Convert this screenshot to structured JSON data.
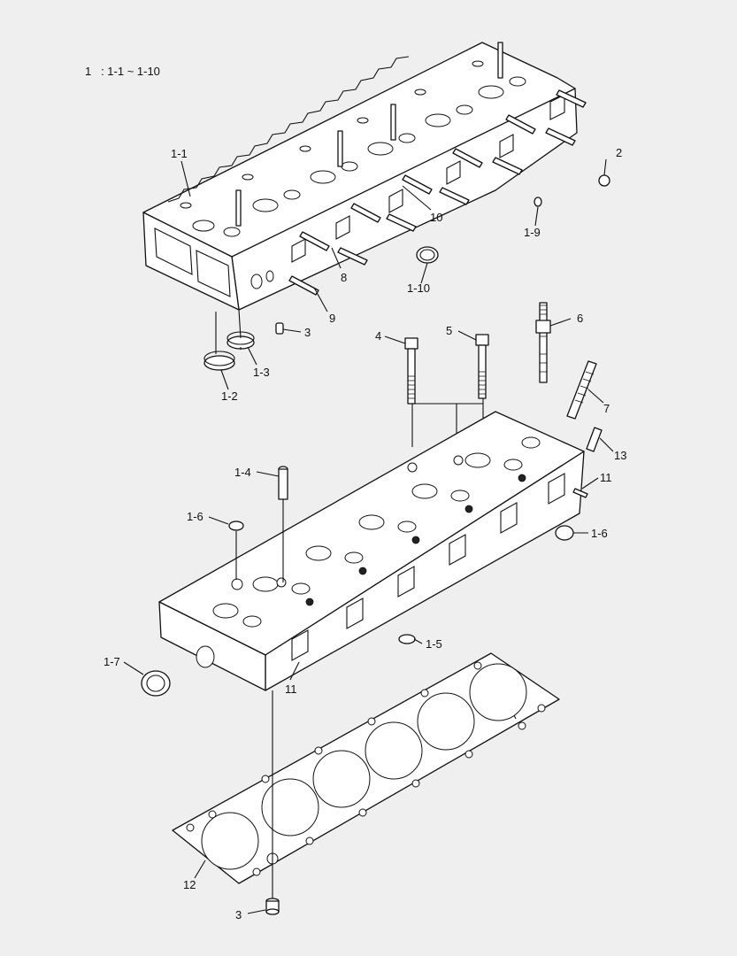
{
  "legend": {
    "text": "1   : 1-1 ~ 1-10"
  },
  "callouts": [
    {
      "id": "c-1-1",
      "label": "1-1"
    },
    {
      "id": "c-2",
      "label": "2"
    },
    {
      "id": "c-10a",
      "label": "10"
    },
    {
      "id": "c-1-9",
      "label": "1-9"
    },
    {
      "id": "c-8",
      "label": "8"
    },
    {
      "id": "c-1-10",
      "label": "1-10"
    },
    {
      "id": "c-9",
      "label": "9"
    },
    {
      "id": "c-3a",
      "label": "3"
    },
    {
      "id": "c-1-3",
      "label": "1-3"
    },
    {
      "id": "c-1-2",
      "label": "1-2"
    },
    {
      "id": "c-4",
      "label": "4"
    },
    {
      "id": "c-5",
      "label": "5"
    },
    {
      "id": "c-6",
      "label": "6"
    },
    {
      "id": "c-7",
      "label": "7"
    },
    {
      "id": "c-13",
      "label": "13"
    },
    {
      "id": "c-11a",
      "label": "11"
    },
    {
      "id": "c-1-4",
      "label": "1-4"
    },
    {
      "id": "c-1-6a",
      "label": "1-6"
    },
    {
      "id": "c-1-6b",
      "label": "1-6"
    },
    {
      "id": "c-1-5",
      "label": "1-5"
    },
    {
      "id": "c-1-7",
      "label": "1-7"
    },
    {
      "id": "c-11b",
      "label": "11"
    },
    {
      "id": "c-12",
      "label": "12"
    },
    {
      "id": "c-3b",
      "label": "3"
    }
  ]
}
